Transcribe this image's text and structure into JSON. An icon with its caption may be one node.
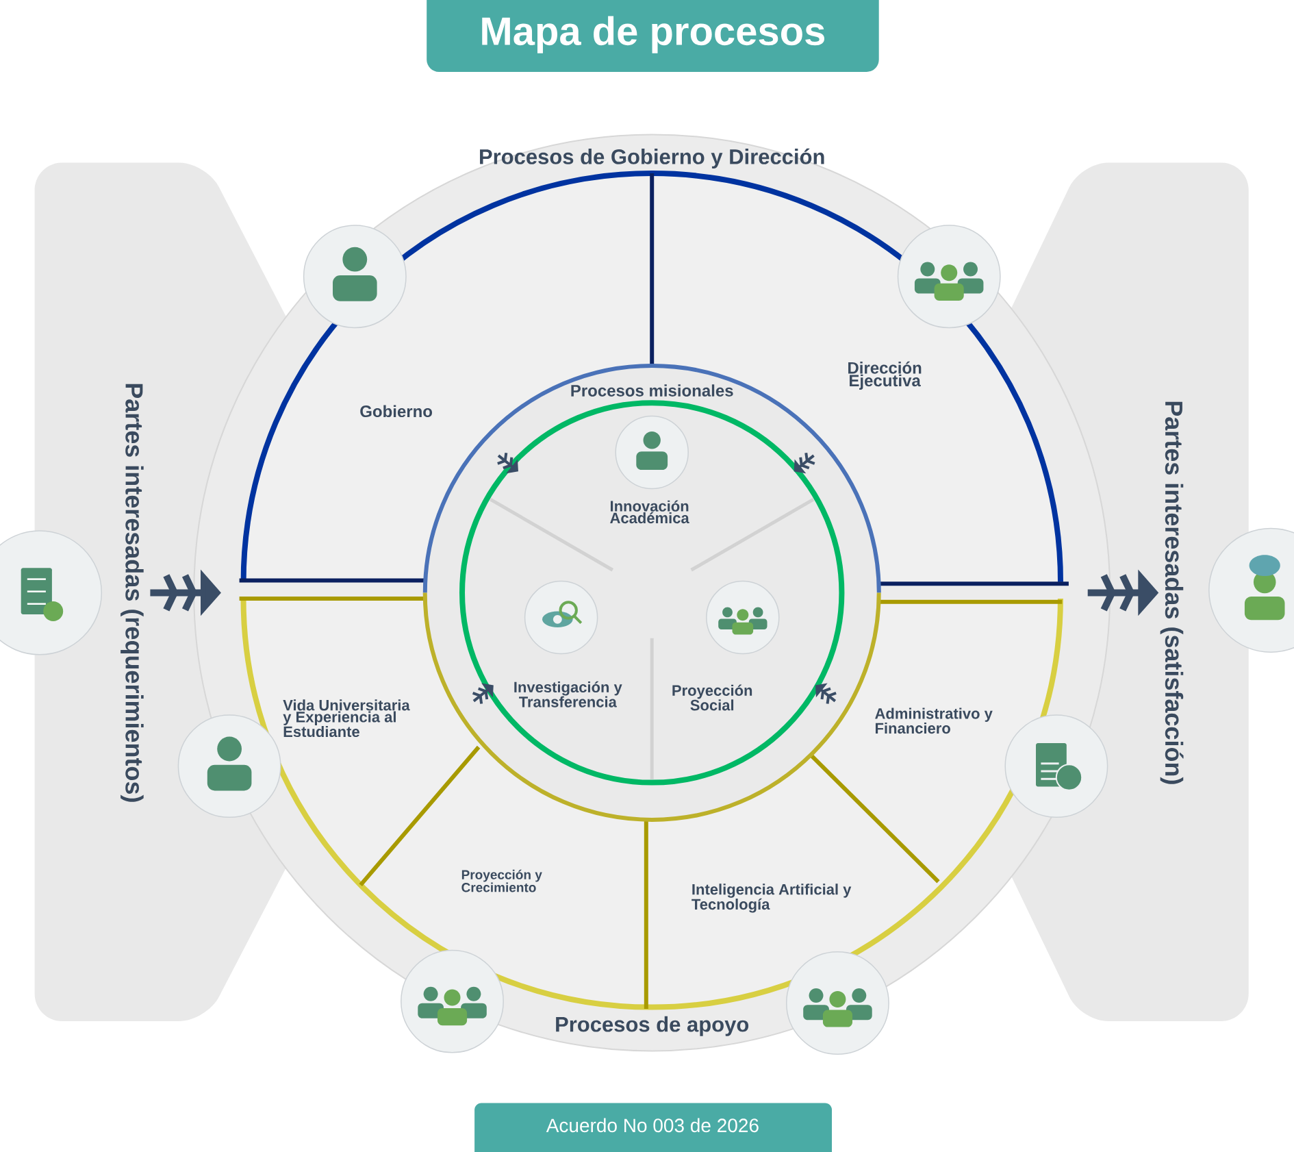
{
  "diagram": {
    "title": "Mapa de procesos",
    "caption": "Acuerdo No 003 de 2026",
    "nodes": [
      {
        "text": [
          "Partes interesadas (requerimientos)"
        ]
      },
      {
        "text": [
          "Procesos de Gobierno y Dirección"
        ]
      },
      {
        "text": [
          "Gobierno"
        ],
        "in": 1
      },
      {
        "text": [
          "Dirección Ejecutiva"
        ],
        "in": 1
      },
      {
        "text": [
          "Procesos misionales"
        ]
      },
      {
        "text": [
          "Innovación Académica"
        ]
      },
      {
        "text": [
          "Investigación y Transferencia"
        ]
      },
      {
        "text": [
          "Proyección Social"
        ]
      },
      {
        "text": [
          "Procesos de apoyo"
        ]
      },
      {
        "text": [
          "Vida Universitaria y Experiencia al Estudiante"
        ],
        "in": 8
      },
      {
        "text": [
          "Proyección y Crecimiento"
        ],
        "in": 8
      },
      {
        "text": [
          "Inteligencia Artificial y Tecnología"
        ],
        "in": 8
      },
      {
        "text": [
          "Administrativo y Financiero"
        ],
        "in": 8
      },
      {
        "text": [
          "Partes interesadas (satisfacción)"
        ]
      }
    ]
  }
}
